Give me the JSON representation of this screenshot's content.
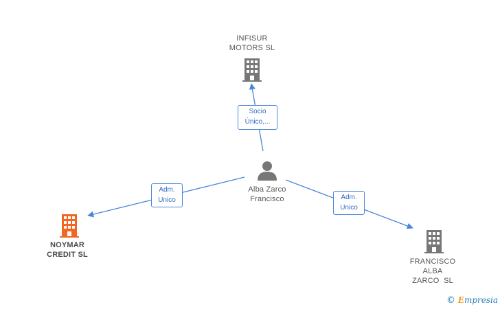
{
  "nodes": {
    "center": {
      "name_line1": "Alba Zarco",
      "name_line2": "Francisco",
      "icon": "person-icon",
      "color": "#777777"
    },
    "top": {
      "name_line1": "INFISUR",
      "name_line2": "MOTORS SL",
      "icon": "building-icon",
      "color": "#777777"
    },
    "left": {
      "name_line1": "NOYMAR",
      "name_line2": "CREDIT SL",
      "icon": "building-icon",
      "color": "#f26522"
    },
    "right": {
      "name_line1": "FRANCISCO",
      "name_line2": "ALBA",
      "name_line3": "ZARCO  SL",
      "icon": "building-icon",
      "color": "#777777"
    }
  },
  "edges": {
    "top": {
      "line1": "Socio",
      "line2": "Único,..."
    },
    "left": {
      "line1": "Adm.",
      "line2": "Unico"
    },
    "right": {
      "line1": "Adm.",
      "line2": "Unico"
    }
  },
  "colors": {
    "edge": "#4a86d8"
  },
  "brand": {
    "copyright": "©",
    "name_first": "E",
    "name_rest": "mpresia"
  }
}
